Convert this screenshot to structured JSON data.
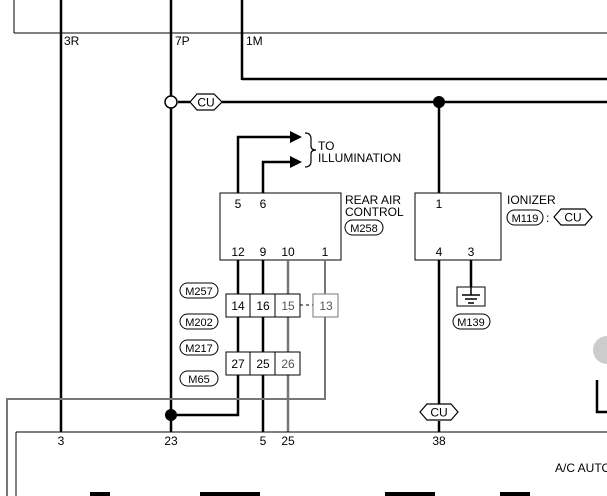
{
  "connectors_top": {
    "wire_3r": "3R",
    "wire_7p": "7P",
    "wire_1m": "1M"
  },
  "can_tags": {
    "cu_top": "CU",
    "cu_bottom": "CU",
    "cu_ionizer": "CU"
  },
  "illumination_note": {
    "line1": "TO",
    "line2": "ILLUMINATION"
  },
  "rear_air_control": {
    "title_line1": "REAR AIR",
    "title_line2": "CONTROL",
    "connector": "M258",
    "pin_top_left": "5",
    "pin_top_right": "6",
    "pin_bottom_1": "12",
    "pin_bottom_2": "9",
    "pin_bottom_3": "10",
    "pin_bottom_4": "1"
  },
  "ionizer": {
    "title": "IONIZER",
    "connector": "M119",
    "separator": ":",
    "pin_top": "1",
    "pin_bottom_left": "4",
    "pin_bottom_right": "3",
    "ground_connector": "M139"
  },
  "junction_connectors": {
    "m257": "M257",
    "m202": "M202",
    "m217": "M217",
    "m65": "M65",
    "row1": [
      "14",
      "16",
      "15",
      "13"
    ],
    "row2": [
      "27",
      "25",
      "26"
    ]
  },
  "bottom_pins": {
    "p3": "3",
    "p23": "23",
    "p5": "5",
    "p25": "25",
    "p38": "38"
  },
  "bottom_unit_label": "A/C AUTO"
}
